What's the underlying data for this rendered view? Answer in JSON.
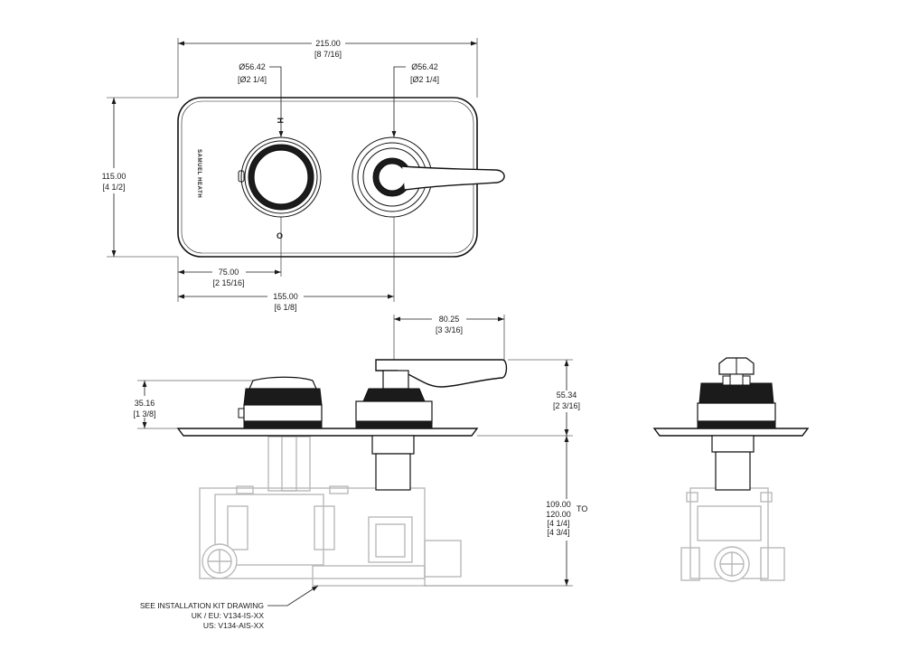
{
  "brand": "SAMUEL HEATH",
  "labels": {
    "hot": "H",
    "off": "O"
  },
  "dimensions": {
    "overall_width": {
      "mm": "215.00",
      "in": "[8 7/16]"
    },
    "left_diameter": {
      "mm": "Ø56.42",
      "in": "[Ø2 1/4]"
    },
    "right_diameter": {
      "mm": "Ø56.42",
      "in": "[Ø2 1/4]"
    },
    "plate_height": {
      "mm": "115.00",
      "in": "[4 1/2]"
    },
    "left_centre": {
      "mm": "75.00",
      "in": "[2 15/16]"
    },
    "right_centre": {
      "mm": "155.00",
      "in": "[6 1/8]"
    },
    "lever_reach": {
      "mm": "80.25",
      "in": "[3 3/16]"
    },
    "knob_projection": {
      "mm": "35.16",
      "in": "[1 3/8]"
    },
    "lever_projection": {
      "mm": "55.34",
      "in": "[2 3/16]"
    },
    "depth": {
      "mm_min": "109.00",
      "mm_max": "120.00",
      "to": "TO",
      "in_min": "[4 1/4]",
      "in_max": "[4 3/4]"
    }
  },
  "note": {
    "line1": "SEE INSTALLATION KIT DRAWING",
    "line2": "UK / EU: V134-IS-XX",
    "line3": "US: V134-AIS-XX"
  }
}
